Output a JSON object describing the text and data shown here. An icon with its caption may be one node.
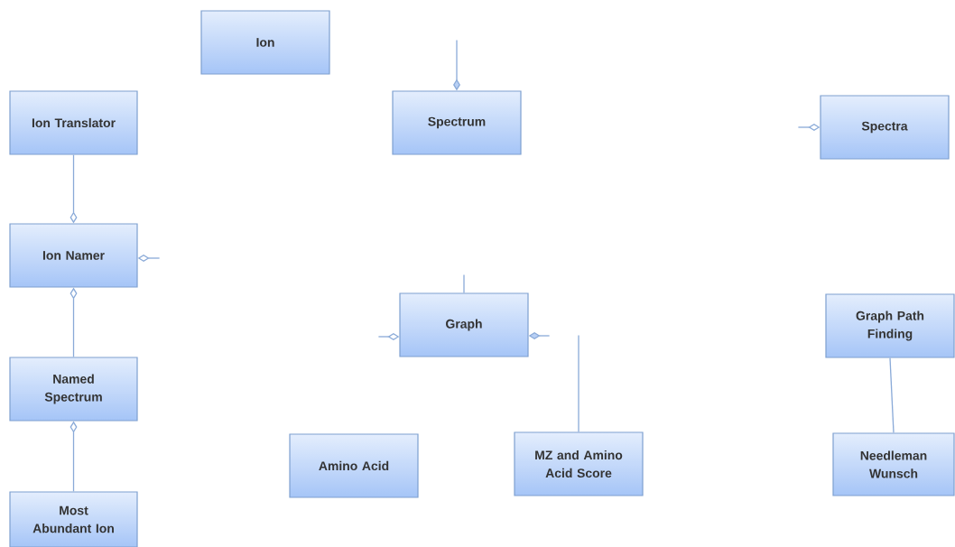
{
  "diagram": {
    "nodes": [
      {
        "text": [
          "Ion"
        ]
      },
      {
        "text": [
          "Ion Translator"
        ]
      },
      {
        "text": [
          "Spectrum"
        ]
      },
      {
        "text": [
          "Spectra"
        ]
      },
      {
        "text": [
          "Ion Namer"
        ]
      },
      {
        "text": [
          "Graph"
        ]
      },
      {
        "text": [
          "Graph Path Finding"
        ]
      },
      {
        "text": [
          "Named Spectrum"
        ]
      },
      {
        "text": [
          "Amino Acid"
        ]
      },
      {
        "text": [
          "MZ and Amino Acid Score"
        ]
      },
      {
        "text": [
          "Needleman Wunsch"
        ]
      },
      {
        "text": [
          "Most Abundant Ion"
        ]
      }
    ],
    "edges": [
      {
        "from": 1,
        "to": 4,
        "arrow": "other"
      },
      {
        "from": 7,
        "to": 4,
        "arrow": "other"
      },
      {
        "from": 11,
        "to": 7,
        "arrow": "other"
      },
      {
        "from": null,
        "to": 2,
        "arrow": "other"
      },
      {
        "from": null,
        "to": 5,
        "arrow": "none"
      },
      {
        "from": null,
        "to": 9,
        "arrow": "none"
      },
      {
        "from": 6,
        "to": 10,
        "arrow": "none"
      },
      {
        "from": null,
        "to": 4,
        "arrow": "other"
      },
      {
        "from": null,
        "to": 3,
        "arrow": "other"
      },
      {
        "from": null,
        "to": 5,
        "arrow": "other"
      },
      {
        "from": null,
        "to": 5,
        "arrow": "other"
      }
    ]
  }
}
